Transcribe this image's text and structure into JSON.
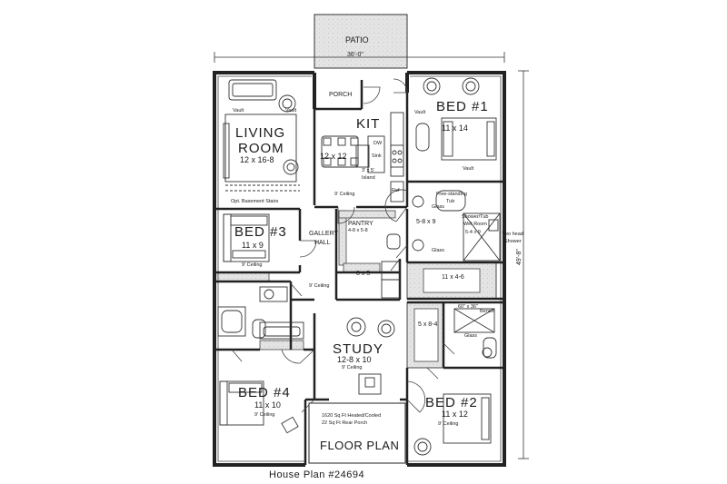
{
  "plan": {
    "patio": "PATIO",
    "width_dim": "36'-0\"",
    "depth_dim": "49'-8\"",
    "porch": "PORCH",
    "living": {
      "name1": "LIVING",
      "name2": "ROOM",
      "size": "12 x 16-8",
      "vault": "Vault",
      "basement": "Opt. Basement Stairs"
    },
    "kitchen": {
      "name": "KIT",
      "size": "12 x 12",
      "dw": "DW",
      "sink": "Sink",
      "island1": "3' x 5'",
      "island2": "Island",
      "ceiling": "9' Ceiling",
      "ref": "Ref"
    },
    "bed1": {
      "name": "BED #1",
      "size": "11 x 14",
      "vault": "Vault"
    },
    "bath1": {
      "size": "5-8 x 9",
      "glass": "Glass",
      "tub1": "Free-standing",
      "tub2": "Tub",
      "shower1": "Shower/Tub",
      "shower2": "Wet Room",
      "shower3": "5-4 x 9",
      "twohead1": "Two head",
      "twohead2": "Shower"
    },
    "bed3": {
      "name": "BED #3",
      "size": "11 x 9",
      "ceiling": "9' Ceiling"
    },
    "gallery": {
      "line1": "GALLERY",
      "line2": "HALL",
      "ceiling": "9' Ceiling"
    },
    "pantry": {
      "name": "PANTRY",
      "size": "4-8 x 5-8"
    },
    "laundry_size": "8 x 5",
    "walkin1_size": "11 x 4-6",
    "walkin2_size": "5 x 8-4",
    "shower2": {
      "size": "60\" x 36\"",
      "bench": "Bench",
      "glass": "Glass"
    },
    "study": {
      "name": "STUDY",
      "size": "12-8 x 10",
      "ceiling": "9' Ceiling"
    },
    "bed4": {
      "name": "BED #4",
      "size": "11 x 10",
      "ceiling": "9' Ceiling"
    },
    "bed2": {
      "name": "BED #2",
      "size": "11 x 12",
      "ceiling": "9' Ceiling"
    },
    "summary1": "1620 Sq Ft Heated/Cooled",
    "summary2": "22 Sq Ft Rear Porch",
    "floor_plan": "FLOOR PLAN",
    "plan_number": "House Plan #24694"
  }
}
